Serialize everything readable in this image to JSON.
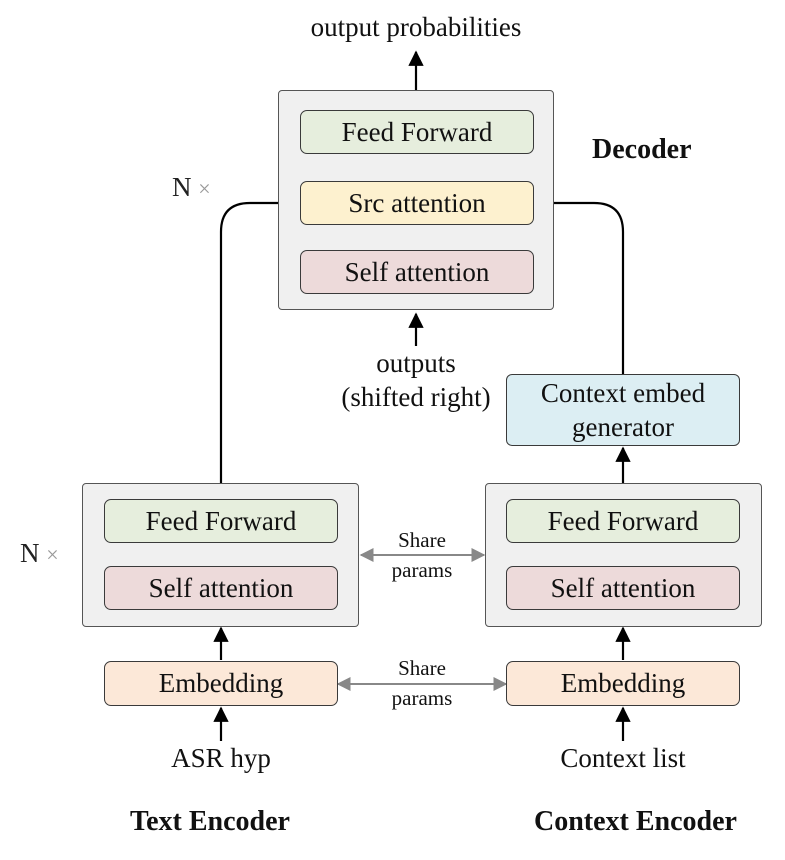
{
  "decoder": {
    "title": "Decoder",
    "output_label": "output probabilities",
    "feed_forward": "Feed Forward",
    "src_attention": "Src attention",
    "self_attention": "Self attention",
    "repeat": "N",
    "outputs_line1": "outputs",
    "outputs_line2": "(shifted right)"
  },
  "context_embed_generator": {
    "line1": "Context embed",
    "line2": "generator"
  },
  "text_encoder": {
    "title": "Text Encoder",
    "feed_forward": "Feed Forward",
    "self_attention": "Self attention",
    "embedding": "Embedding",
    "input": "ASR hyp",
    "repeat": "N"
  },
  "context_encoder": {
    "title": "Context Encoder",
    "feed_forward": "Feed Forward",
    "self_attention": "Self attention",
    "embedding": "Embedding",
    "input": "Context list"
  },
  "share_params_top": {
    "line1": "Share",
    "line2": "params"
  },
  "share_params_bottom": {
    "line1": "Share",
    "line2": "params"
  },
  "colors": {
    "feed_forward": "#e6eedd",
    "self_attention": "#eddada",
    "src_attention": "#fdf1cf",
    "embedding": "#fce8d8",
    "context_embed_generator": "#dceef3",
    "container": "#f0f0f0"
  }
}
